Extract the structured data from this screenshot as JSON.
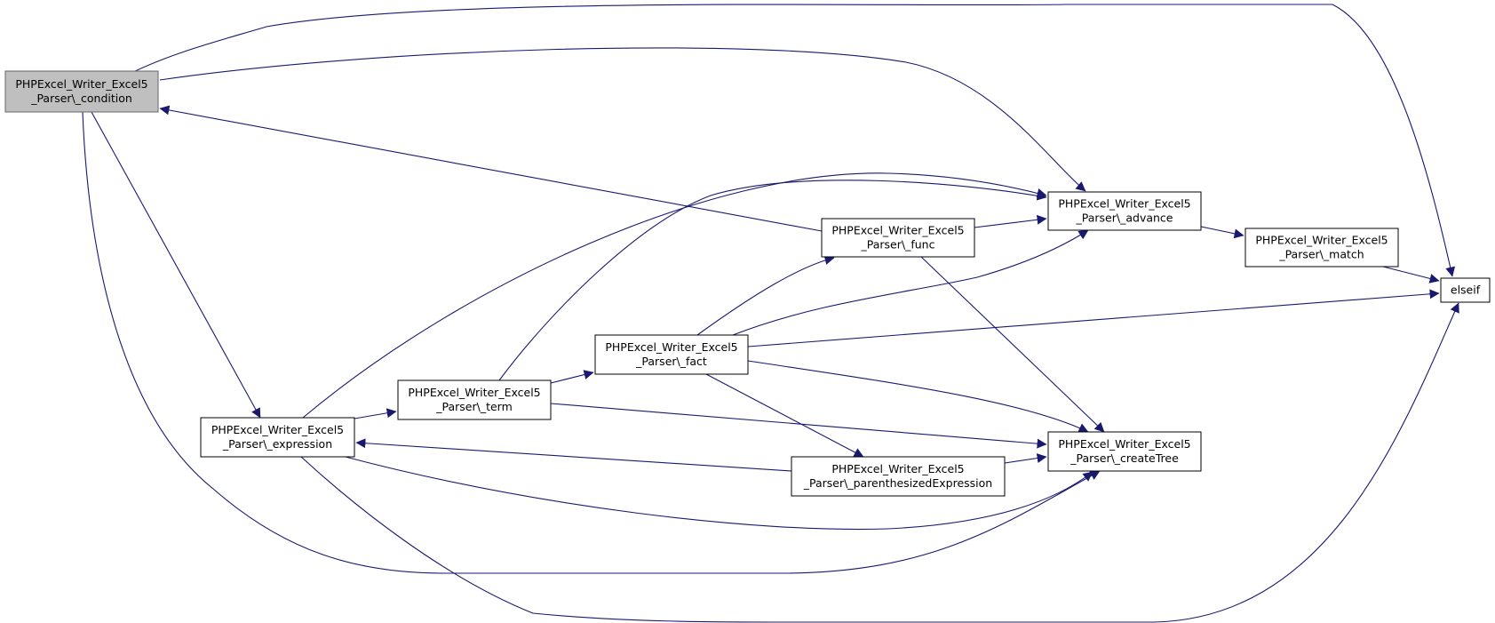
{
  "nodes": [
    {
      "id": "condition",
      "lines": [
        "PHPExcel_Writer_Excel5",
        "_Parser\\_condition"
      ],
      "highlight": true
    },
    {
      "id": "expression",
      "lines": [
        "PHPExcel_Writer_Excel5",
        "_Parser\\_expression"
      ]
    },
    {
      "id": "term",
      "lines": [
        "PHPExcel_Writer_Excel5",
        "_Parser\\_term"
      ]
    },
    {
      "id": "fact",
      "lines": [
        "PHPExcel_Writer_Excel5",
        "_Parser\\_fact"
      ]
    },
    {
      "id": "func",
      "lines": [
        "PHPExcel_Writer_Excel5",
        "_Parser\\_func"
      ]
    },
    {
      "id": "paren",
      "lines": [
        "PHPExcel_Writer_Excel5",
        "_Parser\\_parenthesizedExpression"
      ]
    },
    {
      "id": "advance",
      "lines": [
        "PHPExcel_Writer_Excel5",
        "_Parser\\_advance"
      ]
    },
    {
      "id": "createtree",
      "lines": [
        "PHPExcel_Writer_Excel5",
        "_Parser\\_createTree"
      ]
    },
    {
      "id": "match",
      "lines": [
        "PHPExcel_Writer_Excel5",
        "_Parser\\_match"
      ]
    },
    {
      "id": "elseif",
      "lines": [
        "elseif"
      ]
    }
  ],
  "edges": [
    {
      "from": "condition",
      "to": "advance"
    },
    {
      "from": "condition",
      "to": "elseif"
    },
    {
      "from": "condition",
      "to": "expression"
    },
    {
      "from": "condition",
      "to": "createtree"
    },
    {
      "from": "expression",
      "to": "advance"
    },
    {
      "from": "expression",
      "to": "term"
    },
    {
      "from": "expression",
      "to": "createtree"
    },
    {
      "from": "expression",
      "to": "elseif"
    },
    {
      "from": "term",
      "to": "advance"
    },
    {
      "from": "term",
      "to": "fact"
    },
    {
      "from": "term",
      "to": "createtree"
    },
    {
      "from": "fact",
      "to": "func"
    },
    {
      "from": "fact",
      "to": "advance"
    },
    {
      "from": "fact",
      "to": "elseif"
    },
    {
      "from": "fact",
      "to": "createtree"
    },
    {
      "from": "fact",
      "to": "paren"
    },
    {
      "from": "func",
      "to": "condition"
    },
    {
      "from": "func",
      "to": "advance"
    },
    {
      "from": "func",
      "to": "createtree"
    },
    {
      "from": "paren",
      "to": "expression"
    },
    {
      "from": "paren",
      "to": "createtree"
    },
    {
      "from": "advance",
      "to": "match"
    },
    {
      "from": "match",
      "to": "elseif"
    }
  ],
  "colors": {
    "edge": "#191970",
    "highlight_fill": "#bfbfbf"
  }
}
